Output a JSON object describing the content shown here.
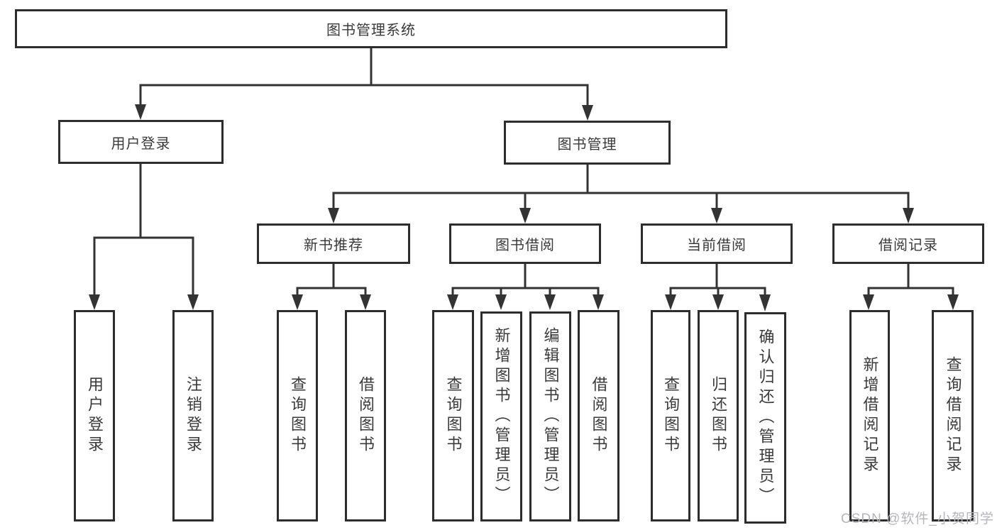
{
  "diagram": {
    "root": {
      "label": "图书管理系统"
    },
    "level2": [
      {
        "label": "用户登录"
      },
      {
        "label": "图书管理"
      }
    ],
    "level3": [
      {
        "label": "新书推荐"
      },
      {
        "label": "图书借阅"
      },
      {
        "label": "当前借阅"
      },
      {
        "label": "借阅记录"
      }
    ],
    "leaves": {
      "user_login": [
        "用户登录",
        "注销登录"
      ],
      "new_books": [
        "查询图书",
        "借阅图书"
      ],
      "book_borrow": [
        "查询图书",
        "新增图书（管理员）",
        "编辑图书（管理员）",
        "借阅图书"
      ],
      "current_borrow": [
        "查询图书",
        "归还图书",
        "确认归还（管理员）"
      ],
      "borrow_records": [
        "新增借阅记录",
        "查询借阅记录"
      ]
    },
    "colors": {
      "line": "#333333",
      "border": "#2d2d2d",
      "text": "#3a3a3a",
      "watermark": "#b5b5ba",
      "background": "#ffffff"
    }
  },
  "watermark": {
    "text": "CSDN @软件_小贺同学"
  }
}
